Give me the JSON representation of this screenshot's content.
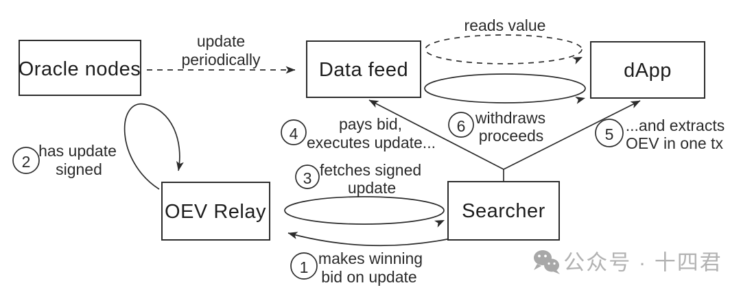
{
  "nodes": {
    "oracle": "Oracle nodes",
    "data_feed": "Data feed",
    "dapp": "dApp",
    "oev_relay": "OEV Relay",
    "searcher": "Searcher"
  },
  "labels": {
    "update_periodically": {
      "l1": "update",
      "l2": "periodically"
    },
    "reads_value": "reads value"
  },
  "steps": {
    "s1": {
      "n": "1",
      "l1": "makes winning",
      "l2": "bid on update"
    },
    "s2": {
      "n": "2",
      "l1": "has update",
      "l2": "signed"
    },
    "s3": {
      "n": "3",
      "l1": "fetches signed",
      "l2": "update"
    },
    "s4": {
      "n": "4",
      "l1": "pays bid,",
      "l2": "executes update..."
    },
    "s5": {
      "n": "5",
      "l1": "...and extracts",
      "l2": "OEV in one tx"
    },
    "s6": {
      "n": "6",
      "l1": "withdraws",
      "l2": "proceeds"
    }
  },
  "watermark": {
    "text": "公众号 · 十四君",
    "icon": "wechat-icon"
  },
  "colors": {
    "stroke": "#2b2b2b",
    "text": "#222222",
    "watermark_gray": "#b2b2b2",
    "background": "#ffffff"
  }
}
